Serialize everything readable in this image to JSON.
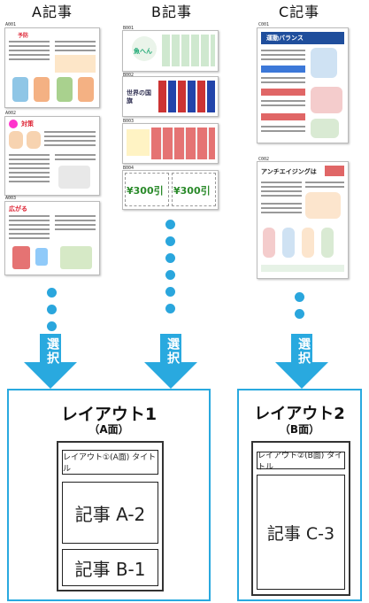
{
  "columns": {
    "a": {
      "title": "A記事"
    },
    "b": {
      "title": "B記事"
    },
    "c": {
      "title": "C記事"
    }
  },
  "thumbnails": {
    "a1": {
      "id": "A001"
    },
    "a2": {
      "id": "A002"
    },
    "a3": {
      "id": "A003"
    },
    "b1": {
      "id": "B001"
    },
    "b2": {
      "id": "B002"
    },
    "b3": {
      "id": "B003"
    },
    "b4": {
      "id": "B004"
    },
    "c1": {
      "id": "C001"
    },
    "c2": {
      "id": "C002"
    }
  },
  "select_label": "選択",
  "layout1": {
    "title": "レイアウト1",
    "subtitle": "（A面）",
    "header_slot": "レイアウト①(A面) タイトル",
    "slot_main": "記事 A-2",
    "slot_bottom": "記事 B-1"
  },
  "layout2": {
    "title": "レイアウト2",
    "subtitle": "（B面）",
    "header_slot": "レイアウト②(B面) タイトル",
    "slot_main": "記事 C-3"
  },
  "colors": {
    "accent": "#29a9df",
    "dot": "#2aa6dd"
  },
  "thumbnail_texts": {
    "a1_heading": "予防",
    "a2_heading": "対策",
    "a3_heading": "広がる",
    "b1_heading": "魚へん",
    "b2_heading": "世界の国旗",
    "b4_price": "¥300引",
    "c1_heading": "運動バランス",
    "c2_heading": "アンチエイジングは"
  }
}
